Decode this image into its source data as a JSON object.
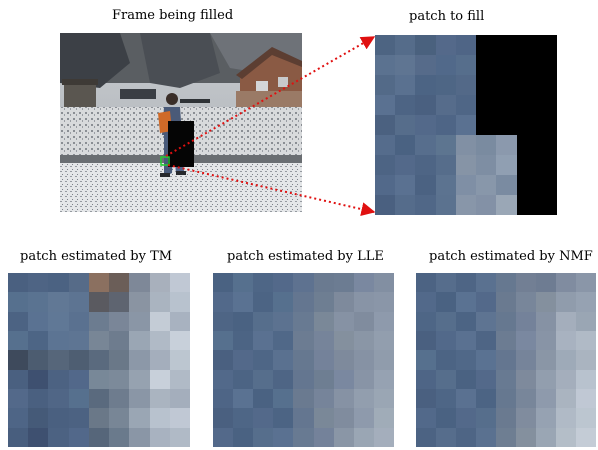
{
  "captions": {
    "frame": "Frame being filled",
    "patch_to_fill": "patch to fill",
    "tm": "patch estimated by TM",
    "lle": "patch estimated by LLE",
    "nmf": "patch estimated by NMF"
  },
  "colors": {
    "arrow": "#e01010",
    "marker": "#22cc33",
    "hole": "#050505"
  },
  "patches": {
    "target": [
      [
        "#4d6482",
        "#556c8a",
        "#4a617e",
        "#54698a",
        "#4f6586",
        "#000000",
        "#000000",
        "#000000",
        "#000000"
      ],
      [
        "#5b7290",
        "#5f7592",
        "#566b8a",
        "#51698a",
        "#566e8c",
        "#000000",
        "#000000",
        "#000000",
        "#000000"
      ],
      [
        "#536a88",
        "#5a7190",
        "#4c6484",
        "#4e6685",
        "#536988",
        "#000000",
        "#000000",
        "#000000",
        "#000000"
      ],
      [
        "#5a7191",
        "#4d6484",
        "#4a6080",
        "#566c8b",
        "#4f6686",
        "#000000",
        "#000000",
        "#000000",
        "#000000"
      ],
      [
        "#4b6180",
        "#566d8b",
        "#53698a",
        "#4e6586",
        "#5a7191",
        "#000000",
        "#000000",
        "#000000",
        "#000000"
      ],
      [
        "#556c8c",
        "#4a6282",
        "#576e8d",
        "#5d7590",
        "#8190a4",
        "#7a8ba0",
        "#8b99ad",
        "#000000",
        "#000000"
      ],
      [
        "#4d6484",
        "#53698a",
        "#4e6585",
        "#566d8b",
        "#8694a6",
        "#7e8ea3",
        "#909fb2",
        "#000000",
        "#000000"
      ],
      [
        "#52698a",
        "#5a7191",
        "#4b6282",
        "#5c7390",
        "#7f8fa5",
        "#8897aa",
        "#7a8ba1",
        "#000000",
        "#000000"
      ],
      [
        "#4a6080",
        "#556c8b",
        "#506787",
        "#5b728f",
        "#8896a9",
        "#8391a6",
        "#9aa7b6",
        "#000000",
        "#000000"
      ]
    ],
    "tm": [
      [
        "#4a6080",
        "#4e6484",
        "#4b6282",
        "#566b88",
        "#8b7060",
        "#6b5e58",
        "#7e8898",
        "#a8b0bc",
        "#c0c8d4"
      ],
      [
        "#56708e",
        "#5a7391",
        "#617895",
        "#5d7492",
        "#5a5a60",
        "#5e6470",
        "#8a94a2",
        "#aab4c0",
        "#b8c2ce"
      ],
      [
        "#4c6383",
        "#5a7292",
        "#607896",
        "#5a7190",
        "#6c7c90",
        "#7a8698",
        "#8a96a6",
        "#c4ccd6",
        "#a8b2c0"
      ],
      [
        "#56708e",
        "#4d6585",
        "#5c7493",
        "#5e7593",
        "#788696",
        "#6e7c8e",
        "#9aa6b4",
        "#b0bac6",
        "#c8d0da"
      ],
      [
        "#3e4a5c",
        "#4c5c70",
        "#56667a",
        "#4e5e72",
        "#5a6a7e",
        "#6a7888",
        "#8c98a8",
        "#a4aebc",
        "#bcc6d0"
      ],
      [
        "#4a6080",
        "#3e5070",
        "#4c6282",
        "#52688a",
        "#788898",
        "#7c8a9a",
        "#96a2b0",
        "#c8d0da",
        "#b0bac6"
      ],
      [
        "#53698a",
        "#4a6080",
        "#506686",
        "#56708e",
        "#5a6a7e",
        "#6e7c8e",
        "#8a96a6",
        "#aab4c0",
        "#a4aebc"
      ],
      [
        "#4e6586",
        "#455a78",
        "#4a6080",
        "#4c6282",
        "#6a7888",
        "#788696",
        "#9aa6b4",
        "#b8c2ce",
        "#c0c8d4"
      ],
      [
        "#485e7e",
        "#3e5070",
        "#4c6282",
        "#52688a",
        "#56667a",
        "#6a7a8c",
        "#8a96a6",
        "#a8b2c0",
        "#b0bac6"
      ]
    ],
    "lle": [
      [
        "#4a6282",
        "#56708e",
        "#4e6686",
        "#53698a",
        "#5e7290",
        "#6a7a90",
        "#6c7c92",
        "#7a88a0",
        "#828fa2"
      ],
      [
        "#52698a",
        "#5a7292",
        "#4c6484",
        "#56708e",
        "#647690",
        "#6e7e92",
        "#7e8a9c",
        "#8894a6",
        "#8a96a8"
      ],
      [
        "#4e6585",
        "#4a6282",
        "#566e8c",
        "#5c7290",
        "#687a92",
        "#7a8898",
        "#8692a4",
        "#808c9e",
        "#8e9aac"
      ],
      [
        "#56708e",
        "#4c6484",
        "#5a7191",
        "#506888",
        "#6c7c92",
        "#76849a",
        "#84909e",
        "#8a96a6",
        "#929eae"
      ],
      [
        "#4a6080",
        "#53698a",
        "#4e6686",
        "#5a7190",
        "#667890",
        "#74829a",
        "#7e8a9c",
        "#8692a4",
        "#909cac"
      ],
      [
        "#52698a",
        "#4c6484",
        "#566e8c",
        "#4e6585",
        "#647690",
        "#6e7e92",
        "#7a88a0",
        "#8894a6",
        "#96a2b2"
      ],
      [
        "#4e6586",
        "#5a7292",
        "#4a6282",
        "#56708e",
        "#6a7a90",
        "#76849a",
        "#8692a4",
        "#929eae",
        "#9aa6b4"
      ],
      [
        "#4a6080",
        "#4e6686",
        "#53698a",
        "#4c6484",
        "#647690",
        "#7a8898",
        "#808c9e",
        "#8e9aac",
        "#a0acb8"
      ],
      [
        "#53698a",
        "#4a6282",
        "#566e8c",
        "#5a7191",
        "#687a92",
        "#74829a",
        "#8a96a6",
        "#9aa6b4",
        "#a4aebc"
      ]
    ],
    "nmf": [
      [
        "#4c6383",
        "#566d8c",
        "#4e6585",
        "#5a7190",
        "#667890",
        "#727f94",
        "#6e7c92",
        "#808ca0",
        "#8a96a8"
      ],
      [
        "#52698a",
        "#4a6282",
        "#5a7292",
        "#53698a",
        "#6a7a90",
        "#78869a",
        "#84909e",
        "#909cac",
        "#96a2b2"
      ],
      [
        "#4e6686",
        "#566e8c",
        "#4c6484",
        "#5e7492",
        "#667890",
        "#74829a",
        "#8692a4",
        "#a4aebc",
        "#9aa6b4"
      ],
      [
        "#4a6080",
        "#52698a",
        "#5a7191",
        "#4e6585",
        "#6c7c92",
        "#7a88a0",
        "#8894a6",
        "#a8b2c0",
        "#b0bac6"
      ],
      [
        "#56708e",
        "#4c6484",
        "#506888",
        "#5a7292",
        "#647690",
        "#76849a",
        "#8a96a6",
        "#9eaab8",
        "#aab4c0"
      ],
      [
        "#4e6586",
        "#566e8c",
        "#4a6282",
        "#53698a",
        "#687a92",
        "#7e8a9c",
        "#929eae",
        "#a4aebc",
        "#b8c2ce"
      ],
      [
        "#4a6080",
        "#4e6686",
        "#5a7191",
        "#4c6484",
        "#667890",
        "#78869a",
        "#8e9aac",
        "#aab4c0",
        "#c0c8d4"
      ],
      [
        "#52698a",
        "#4a6282",
        "#53698a",
        "#566e8c",
        "#6a7a90",
        "#808c9e",
        "#96a2b2",
        "#b0bac6",
        "#bcc6d0"
      ],
      [
        "#4c6383",
        "#566d8c",
        "#4e6585",
        "#5a7190",
        "#6e7e92",
        "#84909e",
        "#9aa6b4",
        "#b4bec8",
        "#c4ccd6"
      ]
    ]
  }
}
